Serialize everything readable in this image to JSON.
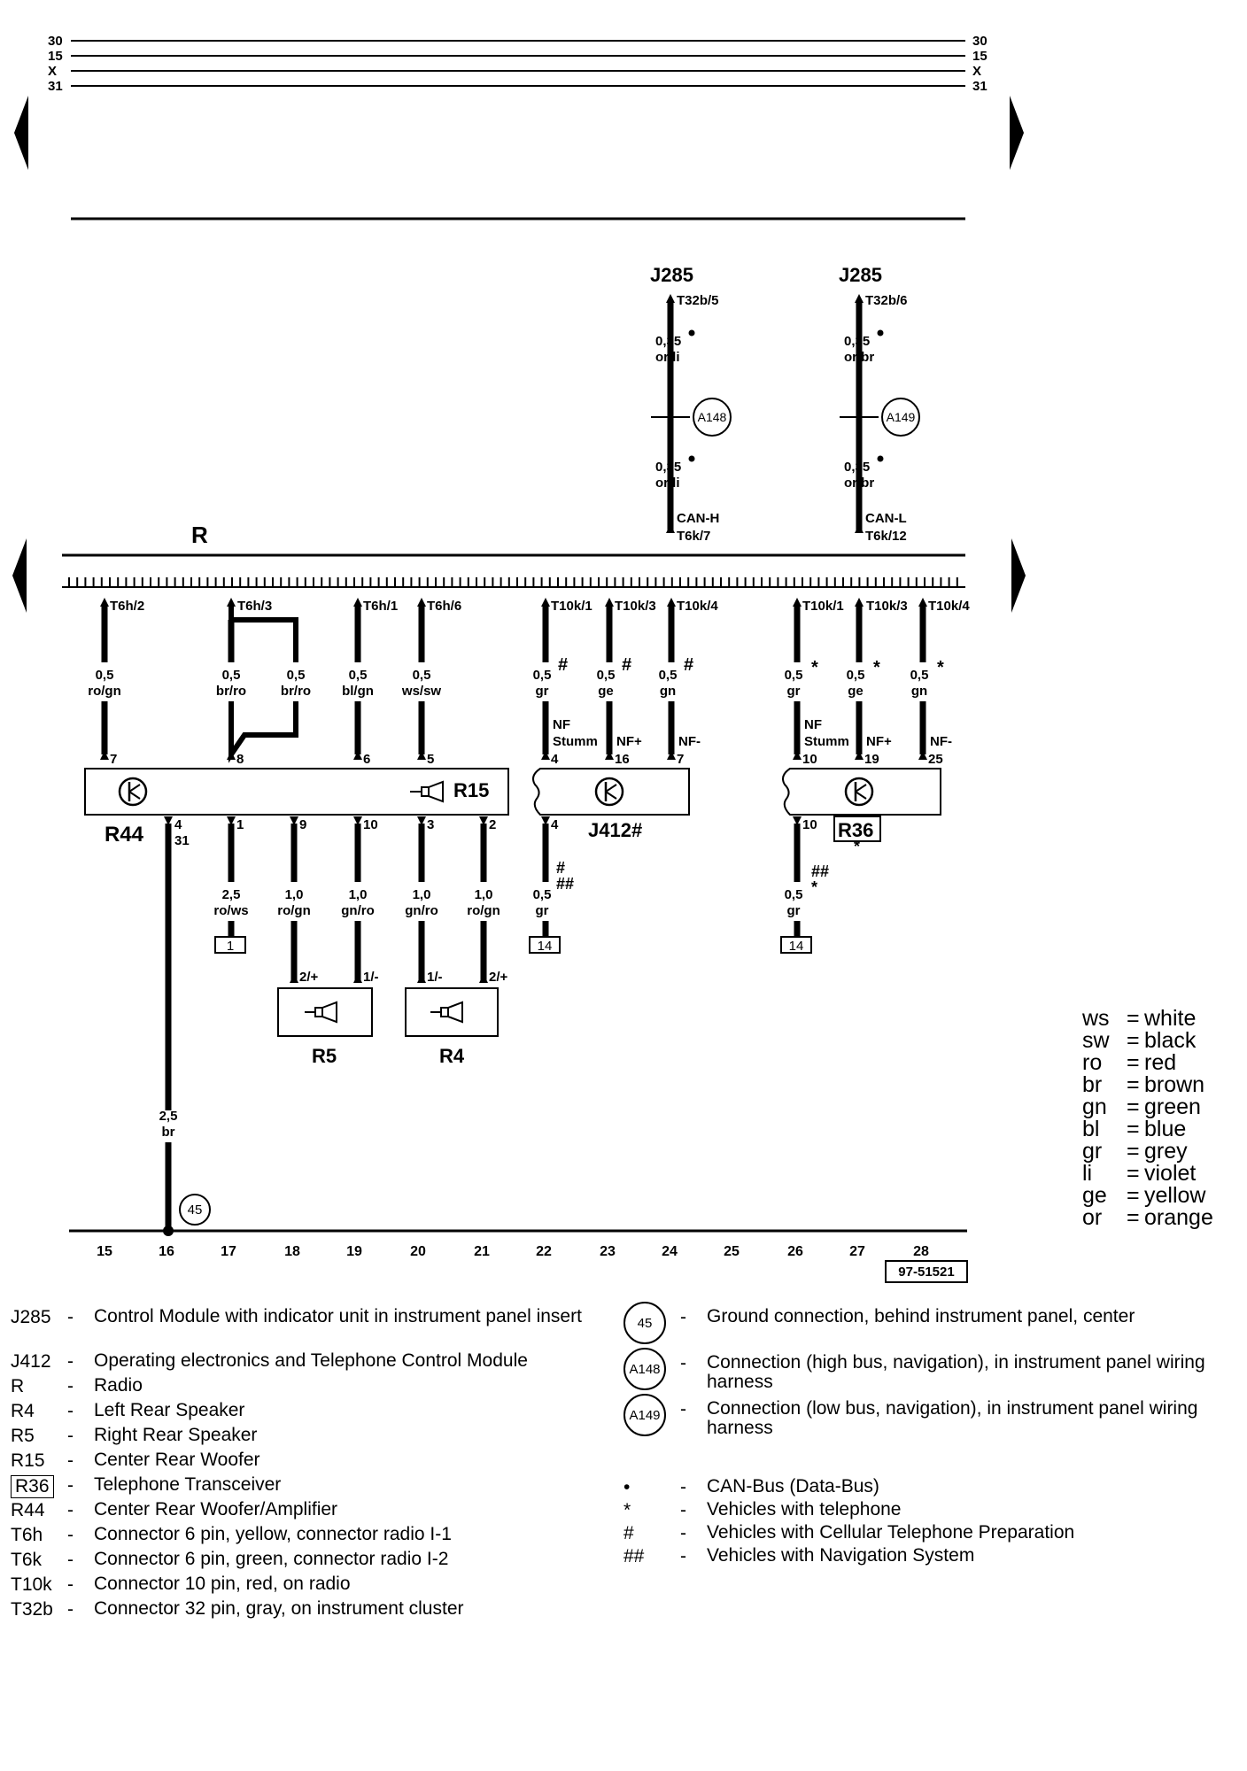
{
  "top_rails": {
    "labels": [
      "30",
      "15",
      "X",
      "31"
    ]
  },
  "components": {
    "j285": "J285",
    "r": "R",
    "r15": "R15",
    "r44": "R44",
    "j412": "J412#",
    "r36": "R36",
    "r5": "R5",
    "r4": "R4"
  },
  "can_left": {
    "top_pin": "T32b/5",
    "size1": "0,35",
    "color1": "or/li",
    "junction": "A148",
    "size2": "0,35",
    "color2": "or/li",
    "signal": "CAN-H",
    "bottom_pin": "T6k/7"
  },
  "can_right": {
    "top_pin": "T32b/6",
    "size1": "0,35",
    "color1": "or/br",
    "junction": "A149",
    "size2": "0,35",
    "color2": "or/br",
    "signal": "CAN-L",
    "bottom_pin": "T6k/12"
  },
  "radio_pins": [
    "T6h/2",
    "T6h/3",
    "T6h/1",
    "T6h/6",
    "T10k/1",
    "T10k/3",
    "T10k/4",
    "T10k/1",
    "T10k/3",
    "T10k/4"
  ],
  "wires_upper": [
    {
      "size": "0,5",
      "color": "ro/gn",
      "pin": "7"
    },
    {
      "size": "0,5",
      "color": "br/ro",
      "pin": "8"
    },
    {
      "size": "0,5",
      "color": "br/ro",
      "pin": ""
    },
    {
      "size": "0,5",
      "color": "bl/gn",
      "pin": "6"
    },
    {
      "size": "0,5",
      "color": "ws/sw",
      "pin": "5"
    },
    {
      "size": "0,5",
      "color": "gr",
      "pin": "4",
      "mark": "#"
    },
    {
      "size": "0,5",
      "color": "ge",
      "pin": "16",
      "mark": "#"
    },
    {
      "size": "0,5",
      "color": "gn",
      "pin": "7",
      "mark": "#"
    },
    {
      "size": "0,5",
      "color": "gr",
      "pin": "10",
      "mark": "*"
    },
    {
      "size": "0,5",
      "color": "ge",
      "pin": "19",
      "mark": "*"
    },
    {
      "size": "0,5",
      "color": "gn",
      "pin": "25",
      "mark": "*"
    }
  ],
  "signals": {
    "nf_stumm": "NF",
    "nf_stumm2": "Stumm",
    "nf_plus": "NF+",
    "nf_minus": "NF-"
  },
  "wires_lower": [
    {
      "pin": "4",
      "pin2": "31",
      "size": "2,5",
      "color": "br"
    },
    {
      "pin": "1",
      "size": "2,5",
      "color": "ro/ws",
      "ref": "1"
    },
    {
      "pin": "9",
      "size": "1,0",
      "color": "ro/gn",
      "spk_pin": "2/+"
    },
    {
      "pin": "10",
      "size": "1,0",
      "color": "gn/ro",
      "spk_pin": "1/-"
    },
    {
      "pin": "3",
      "size": "1,0",
      "color": "gn/ro",
      "spk_pin": "1/-"
    },
    {
      "pin": "2",
      "size": "1,0",
      "color": "ro/gn",
      "spk_pin": "2/+"
    },
    {
      "pin": "4",
      "size": "0,5",
      "color": "gr",
      "ref": "14",
      "mark": "#",
      "mark2": "##"
    },
    {
      "pin": "10",
      "size": "0,5",
      "color": "gr",
      "ref": "14",
      "mark": "##",
      "mark2": "*"
    }
  ],
  "r36_mark": "*",
  "ground": {
    "label": "45"
  },
  "bottom_scale": [
    "15",
    "16",
    "17",
    "18",
    "19",
    "20",
    "21",
    "22",
    "23",
    "24",
    "25",
    "26",
    "27",
    "28"
  ],
  "doc_number": "97-51521",
  "color_legend": [
    {
      "code": "ws",
      "name": "white"
    },
    {
      "code": "sw",
      "name": "black"
    },
    {
      "code": "ro",
      "name": "red"
    },
    {
      "code": "br",
      "name": "brown"
    },
    {
      "code": "gn",
      "name": "green"
    },
    {
      "code": "bl",
      "name": "blue"
    },
    {
      "code": "gr",
      "name": "grey"
    },
    {
      "code": "li",
      "name": "violet"
    },
    {
      "code": "ge",
      "name": "yellow"
    },
    {
      "code": "or",
      "name": "orange"
    }
  ],
  "legend_eq": "=",
  "key_dash": "-",
  "component_key": [
    {
      "code": "J285",
      "desc": "Control Module with indicator unit in instrument panel insert"
    },
    {
      "code": "J412",
      "desc": "Operating electronics and Telephone Control Module"
    },
    {
      "code": "R",
      "desc": "Radio"
    },
    {
      "code": "R4",
      "desc": "Left Rear Speaker"
    },
    {
      "code": "R5",
      "desc": "Right Rear Speaker"
    },
    {
      "code": "R15",
      "desc": "Center Rear Woofer"
    },
    {
      "code": "R36",
      "desc": "Telephone Transceiver"
    },
    {
      "code": "R44",
      "desc": "Center Rear Woofer/Amplifier"
    },
    {
      "code": "T6h",
      "desc": "Connector 6 pin, yellow, connector radio I-1"
    },
    {
      "code": "T6k",
      "desc": "Connector 6 pin, green, connector radio I-2"
    },
    {
      "code": "T10k",
      "desc": "Connector 10 pin, red, on radio"
    },
    {
      "code": "T32b",
      "desc": "Connector 32 pin, gray, on instrument cluster"
    }
  ],
  "symbol_key": [
    {
      "code": "45",
      "desc": "Ground connection, behind instrument panel, center"
    },
    {
      "code": "A148",
      "desc": "Connection (high bus, navigation), in instrument panel wiring harness"
    },
    {
      "code": "A149",
      "desc": "Connection (low bus, navigation), in instrument panel wiring harness"
    }
  ],
  "mark_key": [
    {
      "code": "•",
      "desc": "CAN-Bus (Data-Bus)"
    },
    {
      "code": "*",
      "desc": "Vehicles with telephone"
    },
    {
      "code": "#",
      "desc": "Vehicles with Cellular Telephone Preparation"
    },
    {
      "code": "##",
      "desc": "Vehicles with Navigation System"
    }
  ]
}
